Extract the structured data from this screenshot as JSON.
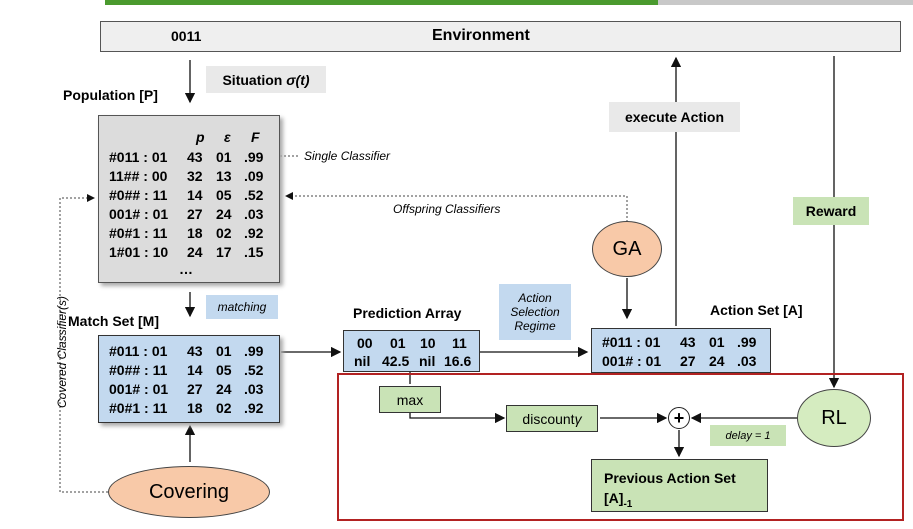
{
  "environment": {
    "code": "0011",
    "title": "Environment"
  },
  "situation": {
    "prefix": "Situation ",
    "sigma": "σ(t)"
  },
  "population": {
    "title": "Population [P]",
    "headers": [
      "p",
      "ε",
      "F"
    ],
    "rows": [
      [
        "#011 : 01",
        "43",
        "01",
        ".99"
      ],
      [
        "11## : 00",
        "32",
        "13",
        ".09"
      ],
      [
        "#0## : 11",
        "14",
        "05",
        ".52"
      ],
      [
        "001# : 01",
        "27",
        "24",
        ".03"
      ],
      [
        "#0#1 : 11",
        "18",
        "02",
        ".92"
      ],
      [
        "1#01 : 10",
        "24",
        "17",
        ".15"
      ]
    ],
    "ellipsis": "…"
  },
  "single_classifier_note": "Single Classifier",
  "offspring_note": "Offspring Classifiers",
  "covered_note": "Covered Classifier(s)",
  "matching_label": "matching",
  "match_set": {
    "title": "Match Set [M]",
    "rows": [
      [
        "#011 : 01",
        "43",
        "01",
        ".99"
      ],
      [
        "#0## : 11",
        "14",
        "05",
        ".52"
      ],
      [
        "001# : 01",
        "27",
        "24",
        ".03"
      ],
      [
        "#0#1 : 11",
        "18",
        "02",
        ".92"
      ]
    ]
  },
  "prediction_array": {
    "title": "Prediction Array",
    "actions": [
      "00",
      "01",
      "10",
      "11"
    ],
    "values": [
      "nil",
      "42.5",
      "nil",
      "16.6"
    ]
  },
  "action_selection": {
    "line1": "Action",
    "line2": "Selection",
    "line3": "Regime"
  },
  "action_set": {
    "title": "Action Set [A]",
    "rows": [
      [
        "#011 : 01",
        "43",
        "01",
        ".99"
      ],
      [
        "001# : 01",
        "27",
        "24",
        ".03"
      ]
    ]
  },
  "execute_action": "execute Action",
  "reward": "Reward",
  "ga": "GA",
  "rl": "RL",
  "covering": "Covering",
  "max": "max",
  "discount": {
    "label": "discount ",
    "gamma": "γ"
  },
  "plus": "+",
  "delay": "delay = 1",
  "previous_action_set": {
    "line1": "Previous Action Set",
    "line2": "[A]",
    "sub": "-1"
  },
  "colors": {
    "top_green": "#4a9a2e",
    "blue_box": "#c3d9ef",
    "green_box": "#c9e3b6",
    "orange_oval": "#f8c9a8",
    "red_frame": "#b22222"
  }
}
